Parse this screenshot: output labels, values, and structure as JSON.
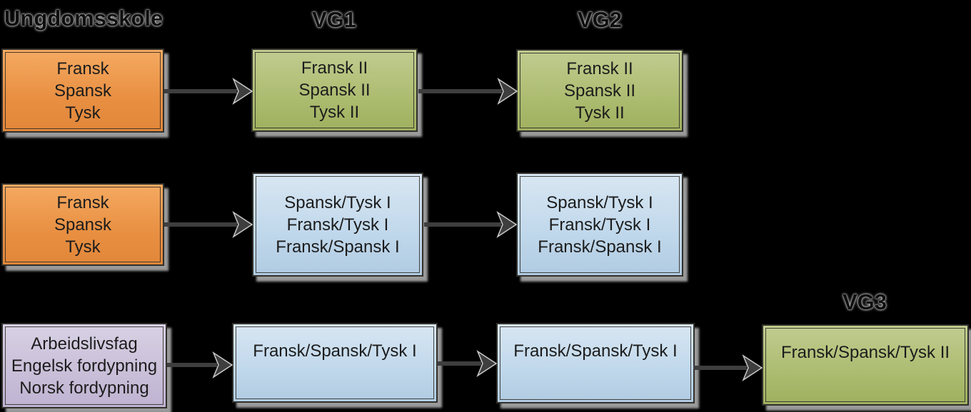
{
  "headers": {
    "ungdomsskole": "Ungdomsskole",
    "vg1": "VG1",
    "vg2": "VG2",
    "vg3": "VG3"
  },
  "boxes": {
    "row1_ungdomsskole": {
      "color": "orange",
      "lines": [
        "Fransk",
        "Spansk",
        "Tysk"
      ]
    },
    "row1_vg1": {
      "color": "green",
      "lines": [
        "Fransk II",
        "Spansk II",
        "Tysk II"
      ]
    },
    "row1_vg2": {
      "color": "green",
      "lines": [
        "Fransk II",
        "Spansk II",
        "Tysk II"
      ]
    },
    "row2_ungdomsskole": {
      "color": "orange",
      "lines": [
        "Fransk",
        "Spansk",
        "Tysk"
      ]
    },
    "row2_vg1": {
      "color": "blue",
      "lines": [
        "Spansk/Tysk I",
        "Fransk/Tysk I",
        "Fransk/Spansk I"
      ]
    },
    "row2_vg2": {
      "color": "blue",
      "lines": [
        "Spansk/Tysk I",
        "Fransk/Tysk I",
        "Fransk/Spansk I"
      ]
    },
    "row3_ungdomsskole": {
      "color": "purple",
      "lines": [
        "Arbeidslivsfag",
        "Engelsk fordypning",
        "Norsk fordypning"
      ]
    },
    "row3_vg1": {
      "color": "blue",
      "lines": [
        "Fransk/Spansk/Tysk I"
      ]
    },
    "row3_vg2": {
      "color": "blue",
      "lines": [
        "Fransk/Spansk/Tysk I"
      ]
    },
    "row3_vg3": {
      "color": "green",
      "lines": [
        "Fransk/Spansk/Tysk II"
      ]
    }
  },
  "connections": [
    {
      "from": "row1_ungdomsskole",
      "to": "row1_vg1"
    },
    {
      "from": "row1_vg1",
      "to": "row1_vg2"
    },
    {
      "from": "row2_ungdomsskole",
      "to": "row2_vg1"
    },
    {
      "from": "row2_vg1",
      "to": "row2_vg2"
    },
    {
      "from": "row3_ungdomsskole",
      "to": "row3_vg1"
    },
    {
      "from": "row3_vg1",
      "to": "row3_vg2"
    },
    {
      "from": "row3_vg2",
      "to": "row3_vg3"
    }
  ],
  "colors": {
    "orange_fill": "#E8924A",
    "green_fill": "#AFBE74",
    "blue_fill": "#C3DAEC",
    "purple_fill": "#CCC2DB",
    "box_border": "#31302C",
    "arrow": "#3E3E3E",
    "text": "#1C1C1C",
    "background": "#000000"
  }
}
